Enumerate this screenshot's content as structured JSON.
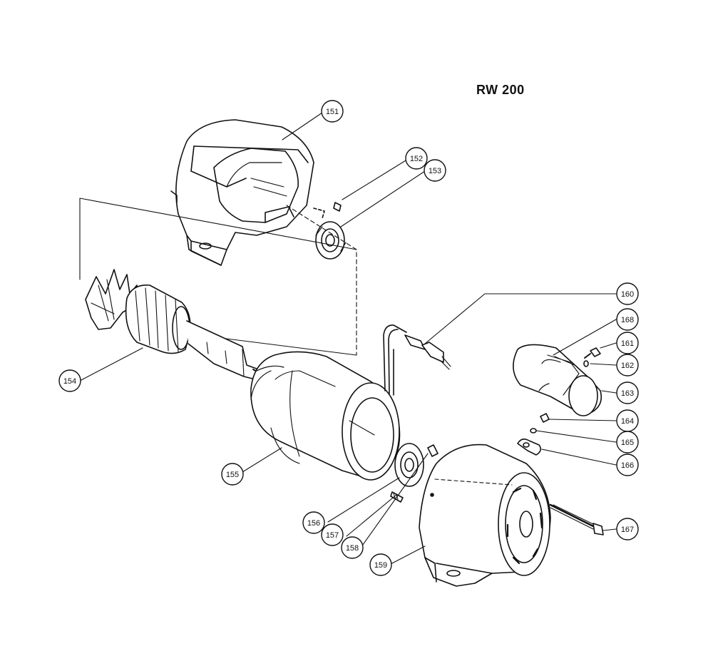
{
  "title": "RW 200",
  "colors": {
    "ink": "#111111",
    "paper": "#ffffff"
  },
  "callouts": [
    {
      "id": "c151",
      "label": "151"
    },
    {
      "id": "c152",
      "label": "152"
    },
    {
      "id": "c153",
      "label": "153"
    },
    {
      "id": "c154",
      "label": "154"
    },
    {
      "id": "c155",
      "label": "155"
    },
    {
      "id": "c156",
      "label": "156"
    },
    {
      "id": "c157",
      "label": "157"
    },
    {
      "id": "c158",
      "label": "158"
    },
    {
      "id": "c159",
      "label": "159"
    },
    {
      "id": "c160",
      "label": "160"
    },
    {
      "id": "c168",
      "label": "168"
    },
    {
      "id": "c161",
      "label": "161"
    },
    {
      "id": "c162",
      "label": "162"
    },
    {
      "id": "c163",
      "label": "163"
    },
    {
      "id": "c164",
      "label": "164"
    },
    {
      "id": "c165",
      "label": "165"
    },
    {
      "id": "c166",
      "label": "166"
    },
    {
      "id": "c167",
      "label": "167"
    }
  ]
}
